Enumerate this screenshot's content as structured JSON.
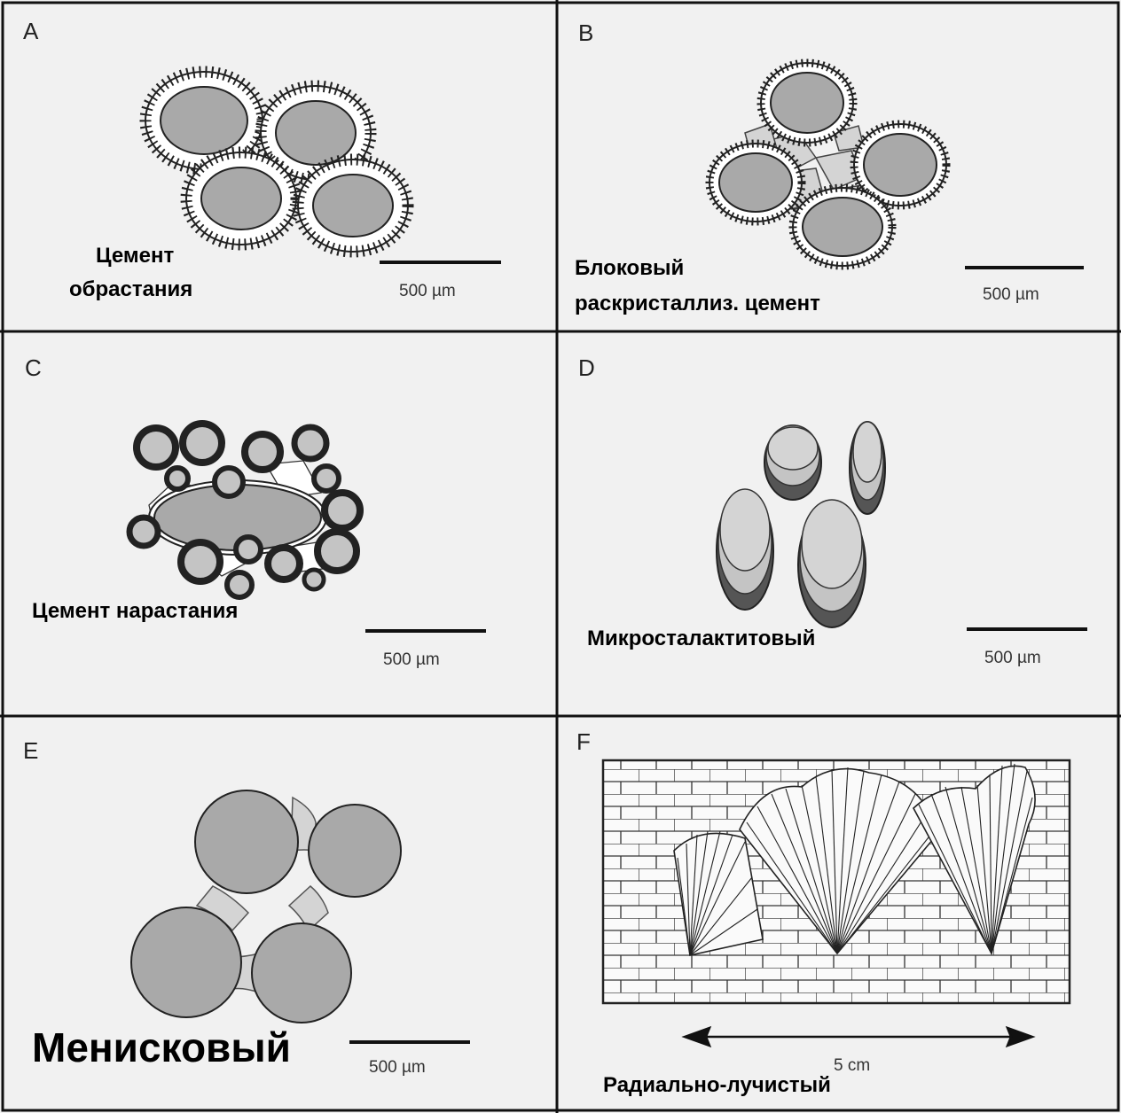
{
  "panels": {
    "a": {
      "letter": "A",
      "caption_line1": "Цемент",
      "caption_line2": "обрастания",
      "scale": "500 µm"
    },
    "b": {
      "letter": "B",
      "caption_line1": "Блоковый",
      "caption_line2": "раскристаллиз. цемент",
      "scale": "500 µm"
    },
    "c": {
      "letter": "C",
      "caption": "Цемент нарастания",
      "scale": "500 µm"
    },
    "d": {
      "letter": "D",
      "caption": "Микросталактитовый",
      "scale": "500 µm"
    },
    "e": {
      "letter": "E",
      "caption": "Менисковый",
      "scale": "500 µm"
    },
    "f": {
      "letter": "F",
      "caption": "Радиально-лучистый",
      "scale": "5 cm"
    }
  },
  "colors": {
    "grain": "#a9a9a9",
    "grain_light": "#c4c4c4",
    "cement": "#d4d4d4",
    "line": "#222222",
    "panel_bg": "#f1f1f1",
    "frame": "#111111"
  }
}
